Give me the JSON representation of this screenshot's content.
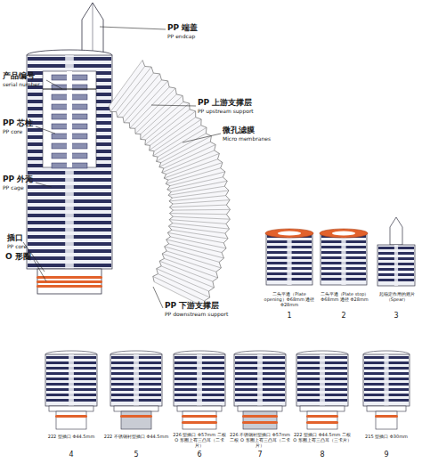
{
  "diagram": {
    "labels": [
      "PP 端盖",
      "PP endcap",
      "产品编号",
      "serial number",
      "PP 上游支撑层",
      "PP upstream support",
      "PP 芯柱",
      "PP core",
      "微孔滤膜",
      "Micro membranes",
      "PP 外壳",
      "PP cage",
      "插口",
      "PP core",
      "O 形圈",
      "PP 下游支撑层",
      "PP downstream support",
      "二头平通（Plate opening）Φ68mm 通径 Φ28mm",
      "1",
      "二头平通（Plate stop）Φ68mm 通径 Φ28mm",
      "2",
      "起稳定作用的翅片（Spear）",
      "3",
      "222 型插口 Φ44.5mm",
      "4",
      "222 不锈钢衬型插口 Φ44.5mm",
      "5",
      "226 型插口 Φ57mm 二根 O 形圈上有三凸耳（二卡片）",
      "6",
      "226 不锈钢衬型插口 Φ57mm 二根 O 形圈上有三凸耳（二卡片）",
      "7",
      "222 型插口 Φ44.5mm 二根 O 形圈上有三凸耳（三卡片）",
      "8",
      "215 型插口 Φ30mm",
      "9"
    ]
  }
}
